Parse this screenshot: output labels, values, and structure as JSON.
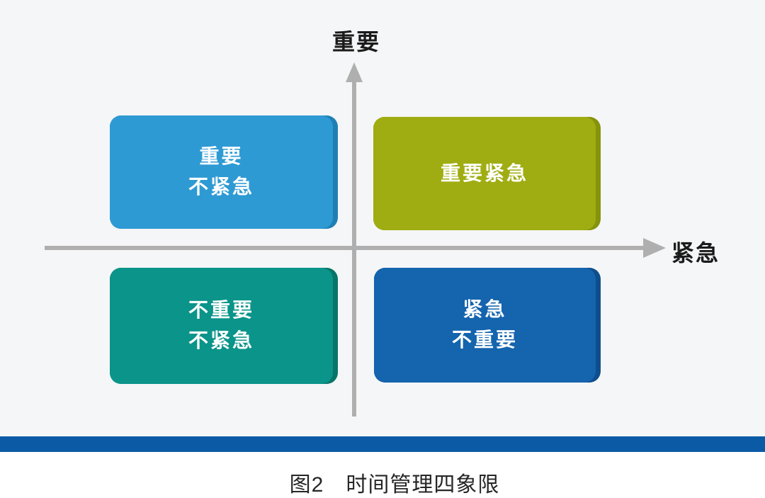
{
  "diagram": {
    "title_caption": "图2　时间管理四象限",
    "y_axis_label": "重要",
    "x_axis_label": "紧急",
    "quadrants": [
      {
        "position": "top-left",
        "lines": [
          "重要",
          "不紧急"
        ],
        "face_color": "#2e9ad3",
        "edge_color": "#1f7fb4"
      },
      {
        "position": "top-right",
        "lines": [
          "重要紧急"
        ],
        "face_color": "#9fad12",
        "edge_color": "#85930d"
      },
      {
        "position": "bottom-left",
        "lines": [
          "不重要",
          "不紧急"
        ],
        "face_color": "#0a948a",
        "edge_color": "#077568"
      },
      {
        "position": "bottom-right",
        "lines": [
          "紧急",
          "不重要"
        ],
        "face_color": "#1464ae",
        "edge_color": "#0f4e8c"
      }
    ],
    "colors": {
      "axis": "#afafaf",
      "divider_bar": "#0b5aa5",
      "card_text": "#ffffff",
      "axis_label_text": "#1b1b1b",
      "plot_background": "#f5f6f7"
    }
  }
}
